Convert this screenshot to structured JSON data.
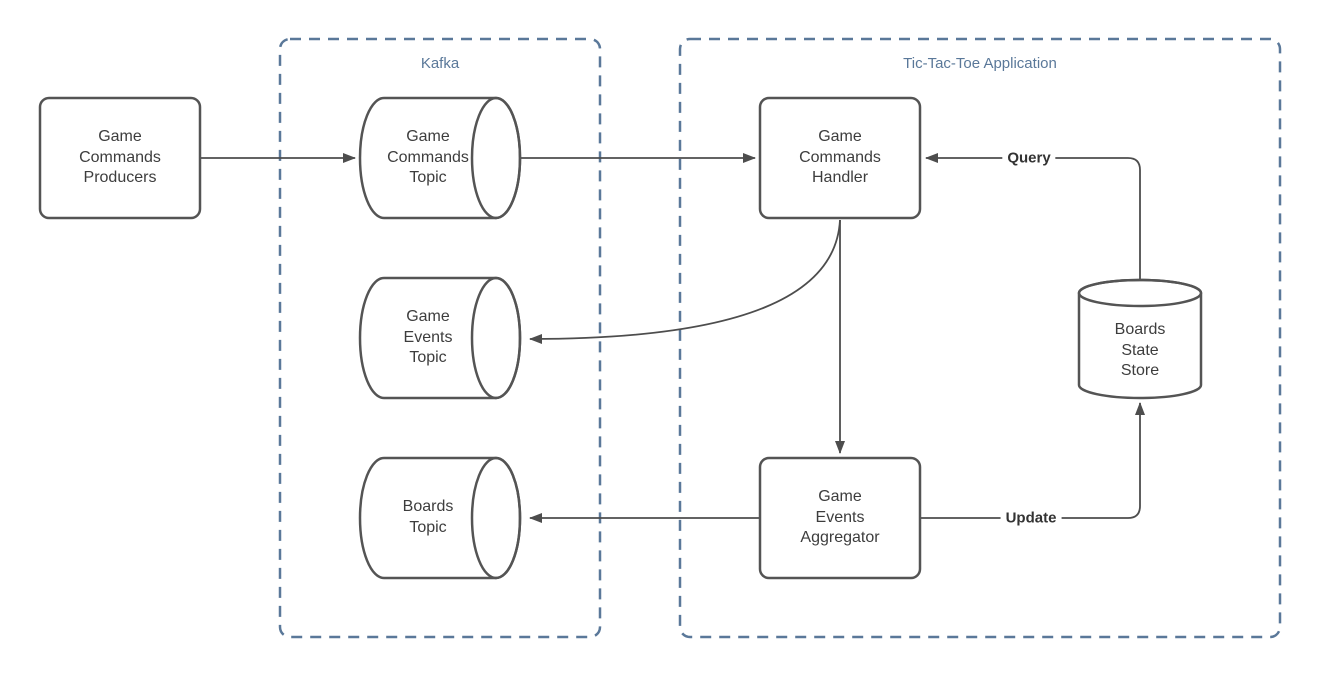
{
  "containers": {
    "kafka": {
      "label": "Kafka"
    },
    "app": {
      "label": "Tic-Tac-Toe Application"
    }
  },
  "nodes": {
    "producers": {
      "label": "Game\nCommands\nProducers",
      "shape": "rounded-rect"
    },
    "commands_topic": {
      "label": "Game\nCommands\nTopic",
      "shape": "horizontal-cylinder"
    },
    "events_topic": {
      "label": "Game\nEvents\nTopic",
      "shape": "horizontal-cylinder"
    },
    "boards_topic": {
      "label": "Boards\nTopic",
      "shape": "horizontal-cylinder"
    },
    "handler": {
      "label": "Game\nCommands\nHandler",
      "shape": "rounded-rect"
    },
    "aggregator": {
      "label": "Game\nEvents\nAggregator",
      "shape": "rounded-rect"
    },
    "state_store": {
      "label": "Boards\nState\nStore",
      "shape": "vertical-cylinder"
    }
  },
  "edge_labels": {
    "query": "Query",
    "update": "Update"
  },
  "colors": {
    "container_stroke": "#5a7899",
    "container_label_text": "#5a7899",
    "node_stroke": "#545454",
    "node_fill": "#ffffff",
    "connector": "#4d4d4d",
    "node_text": "#3d3d3d",
    "edge_label_text": "#333333"
  }
}
